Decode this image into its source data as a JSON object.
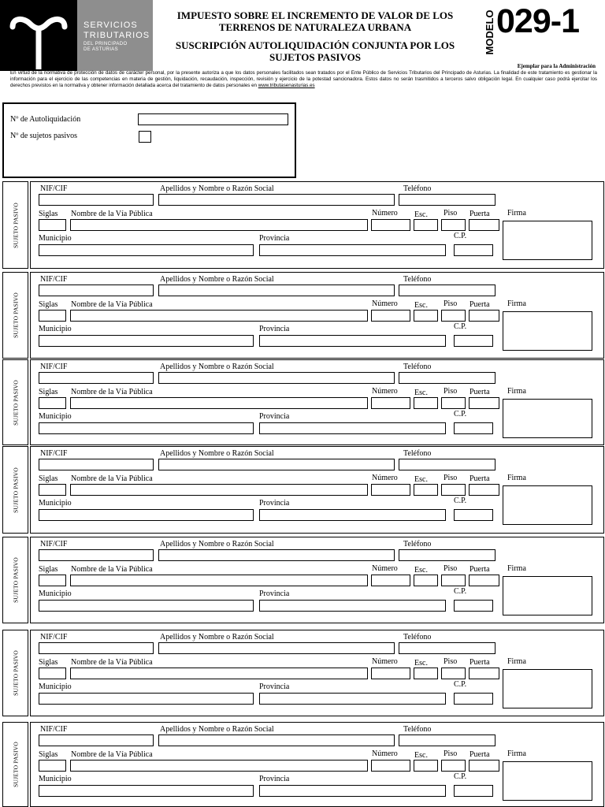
{
  "logo": {
    "line1": "SERVICIOS",
    "line2": "TRIBUTARIOS",
    "line3": "DEL PRINCIPADO",
    "line4": "DE ASTURIAS"
  },
  "header": {
    "title_line1": "IMPUESTO SOBRE EL INCREMENTO DE VALOR DE LOS",
    "title_line2": "TERRENOS DE NATURALEZA URBANA",
    "subtitle_line1": "SUSCRIPCIÓN AUTOLIQUIDACIÓN CONJUNTA POR LOS",
    "subtitle_line2": "SUJETOS PASIVOS",
    "modelo_label": "MODELO",
    "modelo_number": "029-1",
    "ejemplar": "Ejemplar para la Administración"
  },
  "privacy": {
    "text": "En virtud de la normativa de protección de datos de carácter personal, por la presente autoriza a que los datos personales facilitados sean tratados por el Ente Público de Servicios Tributarios del Principado de Asturias. La finalidad de este tratamiento es gestionar la información para el ejercicio de las competencias en materia de gestión, liquidación, recaudación, inspección, revisión y ejercicio de la potestad sancionadora. Estos datos no serán trasmitidos a terceros salvo obligación legal. En cualquier caso podrá ejercitar los derechos previstos en la normativa y obtener información detallada acerca del tratamiento de datos personales en",
    "link": "www.tributasenasturias.es"
  },
  "summary": {
    "autoliquidacion_label": "Nº de Autoliquidación",
    "autoliquidacion_value": "",
    "sujetos_label": "Nº de sujetos pasivos",
    "sujetos_value": ""
  },
  "labels": {
    "sidebar": "SUJETO PASIVO",
    "nif": "NIF/CIF",
    "apellidos": "Apellidos y Nombre o Razón Social",
    "telefono": "Teléfono",
    "siglas": "Siglas",
    "via": "Nombre de la Vía Pública",
    "numero": "Número",
    "esc": "Esc.",
    "piso": "Piso",
    "puerta": "Puerta",
    "firma": "Firma",
    "municipio": "Municipio",
    "provincia": "Provincia",
    "cp": "C.P."
  },
  "sujetos": [
    {
      "nif": "",
      "apellidos": "",
      "telefono": "",
      "siglas": "",
      "via": "",
      "numero": "",
      "esc": "",
      "piso": "",
      "puerta": "",
      "municipio": "",
      "provincia": "",
      "cp": ""
    },
    {
      "nif": "",
      "apellidos": "",
      "telefono": "",
      "siglas": "",
      "via": "",
      "numero": "",
      "esc": "",
      "piso": "",
      "puerta": "",
      "municipio": "",
      "provincia": "",
      "cp": ""
    },
    {
      "nif": "",
      "apellidos": "",
      "telefono": "",
      "siglas": "",
      "via": "",
      "numero": "",
      "esc": "",
      "piso": "",
      "puerta": "",
      "municipio": "",
      "provincia": "",
      "cp": ""
    },
    {
      "nif": "",
      "apellidos": "",
      "telefono": "",
      "siglas": "",
      "via": "",
      "numero": "",
      "esc": "",
      "piso": "",
      "puerta": "",
      "municipio": "",
      "provincia": "",
      "cp": ""
    },
    {
      "nif": "",
      "apellidos": "",
      "telefono": "",
      "siglas": "",
      "via": "",
      "numero": "",
      "esc": "",
      "piso": "",
      "puerta": "",
      "municipio": "",
      "provincia": "",
      "cp": ""
    },
    {
      "nif": "",
      "apellidos": "",
      "telefono": "",
      "siglas": "",
      "via": "",
      "numero": "",
      "esc": "",
      "piso": "",
      "puerta": "",
      "municipio": "",
      "provincia": "",
      "cp": ""
    },
    {
      "nif": "",
      "apellidos": "",
      "telefono": "",
      "siglas": "",
      "via": "",
      "numero": "",
      "esc": "",
      "piso": "",
      "puerta": "",
      "municipio": "",
      "provincia": "",
      "cp": ""
    }
  ]
}
